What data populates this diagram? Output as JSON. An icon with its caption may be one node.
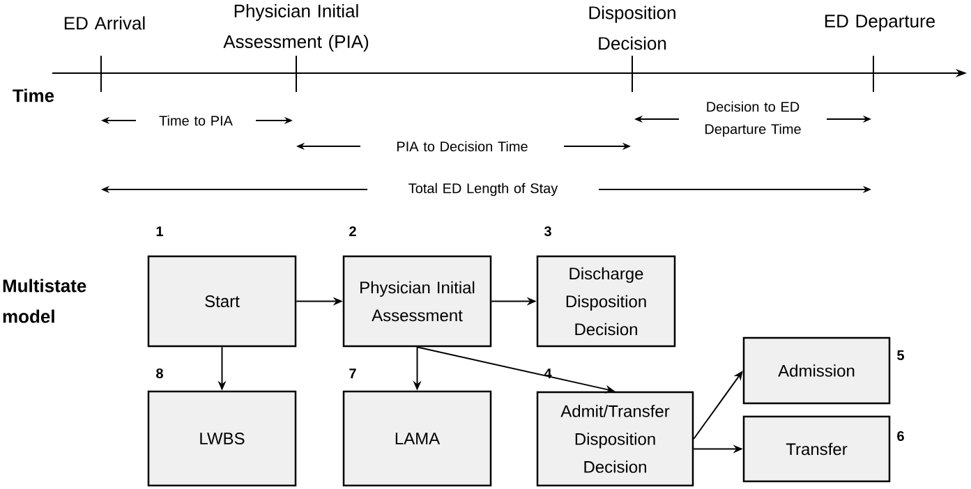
{
  "diagram": {
    "nodes": [
      {
        "text": [
          "Start"
        ],
        "beside": [
          "1"
        ]
      },
      {
        "text": [
          "Physician Initial Assessment"
        ],
        "beside": [
          "2"
        ]
      },
      {
        "text": [
          "Discharge Disposition Decision"
        ],
        "beside": [
          "3"
        ]
      },
      {
        "text": [
          "Admit/Transfer Disposition Decision"
        ],
        "beside": [
          "4"
        ]
      },
      {
        "text": [
          "Admission"
        ],
        "beside": [
          "5"
        ]
      },
      {
        "text": [
          "Transfer"
        ],
        "beside": [
          "6"
        ]
      },
      {
        "text": [
          "LAMA"
        ],
        "beside": [
          "7"
        ]
      },
      {
        "text": [
          "LWBS"
        ],
        "beside": [
          "8"
        ]
      }
    ],
    "edges": [
      {
        "from": 0,
        "to": 1,
        "arrow": "to"
      },
      {
        "from": 1,
        "to": 2,
        "arrow": "to"
      },
      {
        "from": 1,
        "to": 3,
        "arrow": "to"
      },
      {
        "from": 3,
        "to": 4,
        "arrow": "to"
      },
      {
        "from": 3,
        "to": 5,
        "arrow": "to"
      },
      {
        "from": 1,
        "to": 6,
        "arrow": "to"
      },
      {
        "from": 0,
        "to": 7,
        "arrow": "to"
      }
    ],
    "labels": [
      "ED Arrival",
      "Physician Initial Assessment (PIA)",
      "Disposition Decision",
      "ED Departure",
      "Time",
      "Time to PIA",
      "Decision to ED Departure Time",
      "PIA to Decision Time",
      "Total ED Length of Stay",
      "Multistate model"
    ]
  }
}
